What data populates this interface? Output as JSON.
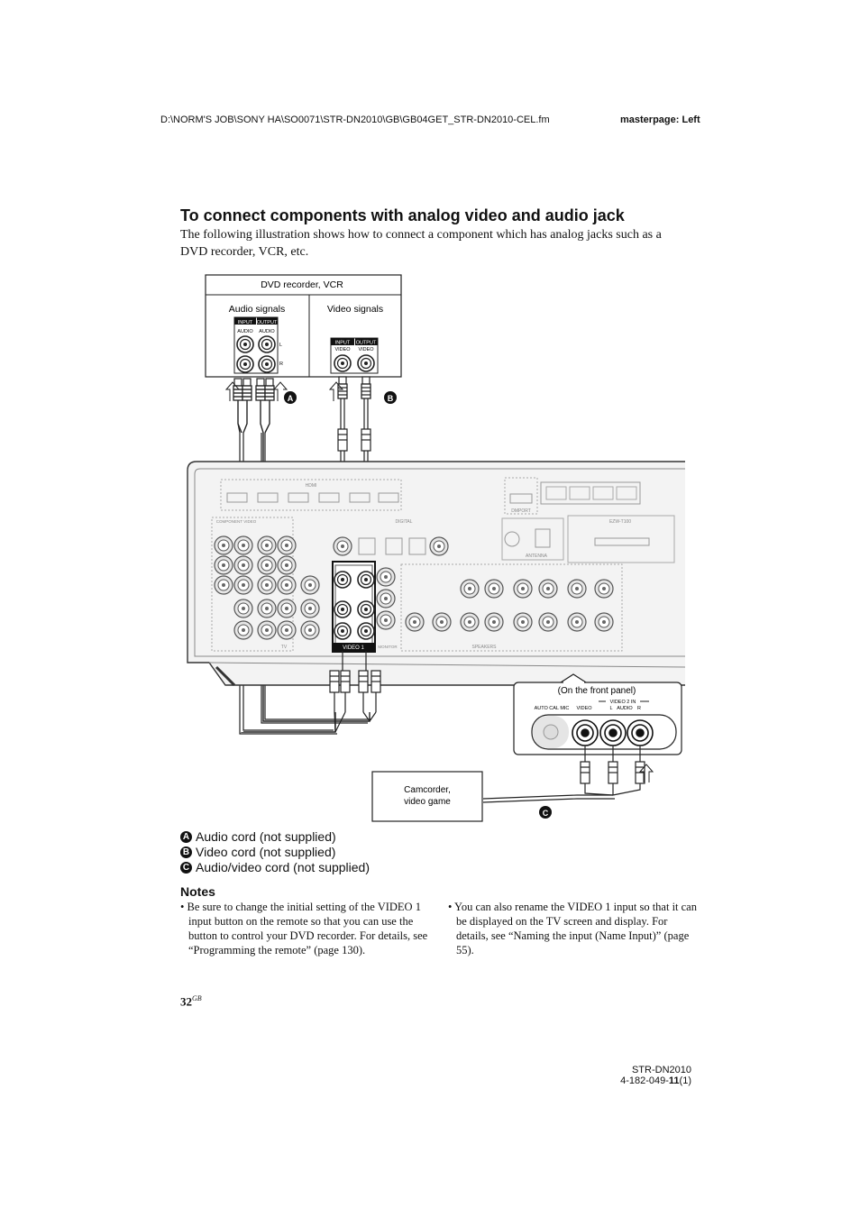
{
  "header": {
    "file_path": "D:\\NORM'S JOB\\SONY HA\\SO0071\\STR-DN2010\\GB\\GB04GET_STR-DN2010-CEL.fm",
    "masterpage": "masterpage: Left"
  },
  "section": {
    "title": "To connect components with analog video and audio jack",
    "intro": "The following illustration shows how to connect a component which has analog jacks such as a DVD recorder, VCR, etc."
  },
  "figure": {
    "dvd_box_title": "DVD recorder, VCR",
    "audio_signals": "Audio signals",
    "video_signals": "Video signals",
    "input_tag": "INPUT",
    "output_tag": "OUTPUT",
    "audio_tag": "AUDIO",
    "video_tag": "VIDEO",
    "l_tag": "L",
    "r_tag": "R",
    "callout_a": "A",
    "callout_b": "B",
    "callout_c": "C",
    "front_panel_caption": "(On the front panel)",
    "front_auto_cal": "AUTO CAL MIC",
    "front_video2_in": "VIDEO 2 IN",
    "front_video": "VIDEO",
    "front_audio": "AUDIO",
    "camcorder_label": "Camcorder,\nvideo game",
    "receiver_labels": {
      "hdmi": "HDMI",
      "component_video": "COMPONENT VIDEO",
      "digital": "DIGITAL",
      "dmport": "DMPORT",
      "antenna": "ANTENNA",
      "speakers": "SPEAKERS",
      "video1": "VIDEO 1",
      "tv": "TV",
      "monitor": "MONITOR",
      "ezw": "EZW-T100"
    }
  },
  "legend": [
    {
      "badge": "A",
      "text": "Audio cord (not supplied)"
    },
    {
      "badge": "B",
      "text": "Video cord (not supplied)"
    },
    {
      "badge": "C",
      "text": "Audio/video cord (not supplied)"
    }
  ],
  "notes": {
    "heading": "Notes",
    "items": [
      "Be sure to change the initial setting of the VIDEO 1 input button on the remote so that you can use the button to control your DVD recorder. For details, see “Programming the remote” (page 130).",
      "You can also rename the VIDEO 1 input so that it can be displayed on the TV screen and display. For details, see “Naming the input (Name Input)” (page 55)."
    ]
  },
  "footer": {
    "page_number": "32",
    "page_suffix": "GB",
    "model": "STR-DN2010",
    "code_prefix": "4-182-049-",
    "code_bold": "11",
    "code_suffix": "(1)"
  }
}
